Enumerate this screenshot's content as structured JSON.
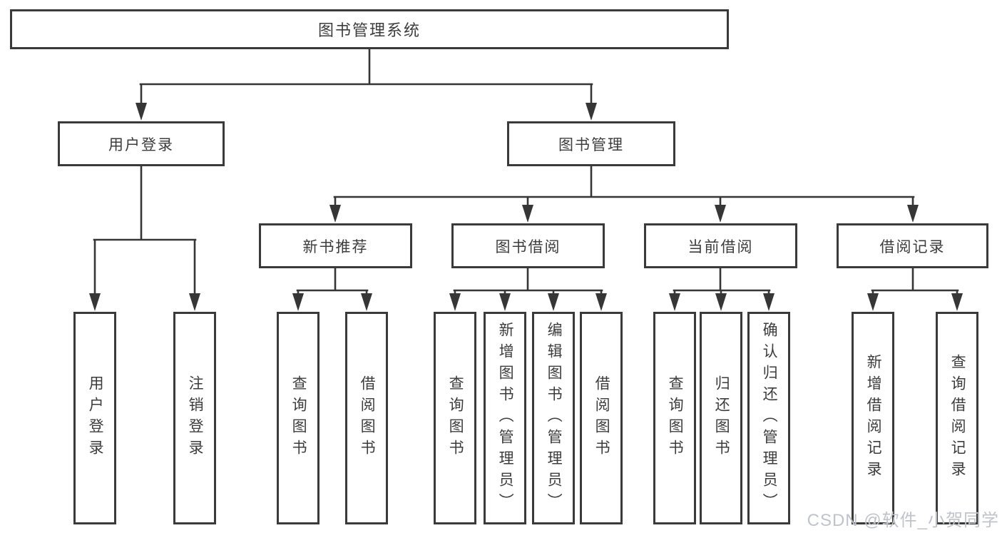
{
  "diagram": {
    "title": "图书管理系统",
    "level2": {
      "user_login": "用户登录",
      "book_mgmt": "图书管理"
    },
    "level3": {
      "new_books": "新书推荐",
      "book_borrow": "图书借阅",
      "current_borrow": "当前借阅",
      "borrow_records": "借阅记录"
    },
    "leaves": {
      "user_login": [
        "用户登录",
        "注销登录"
      ],
      "new_books": [
        "查询图书",
        "借阅图书"
      ],
      "book_borrow": [
        "查询图书",
        "新增图书（管理员）",
        "编辑图书（管理员）",
        "借阅图书"
      ],
      "current_borrow": [
        "查询图书",
        "归还图书",
        "确认归还（管理员）"
      ],
      "borrow_records": [
        "新增借阅记录",
        "查询借阅记录"
      ]
    }
  },
  "watermark": {
    "text": "CSDN @软件_小贺同学",
    "color": "#c0c3c9"
  },
  "colors": {
    "line": "#363636",
    "box_border": "#3a3a3a",
    "text": "#3c3c3c",
    "background": "#ffffff"
  }
}
